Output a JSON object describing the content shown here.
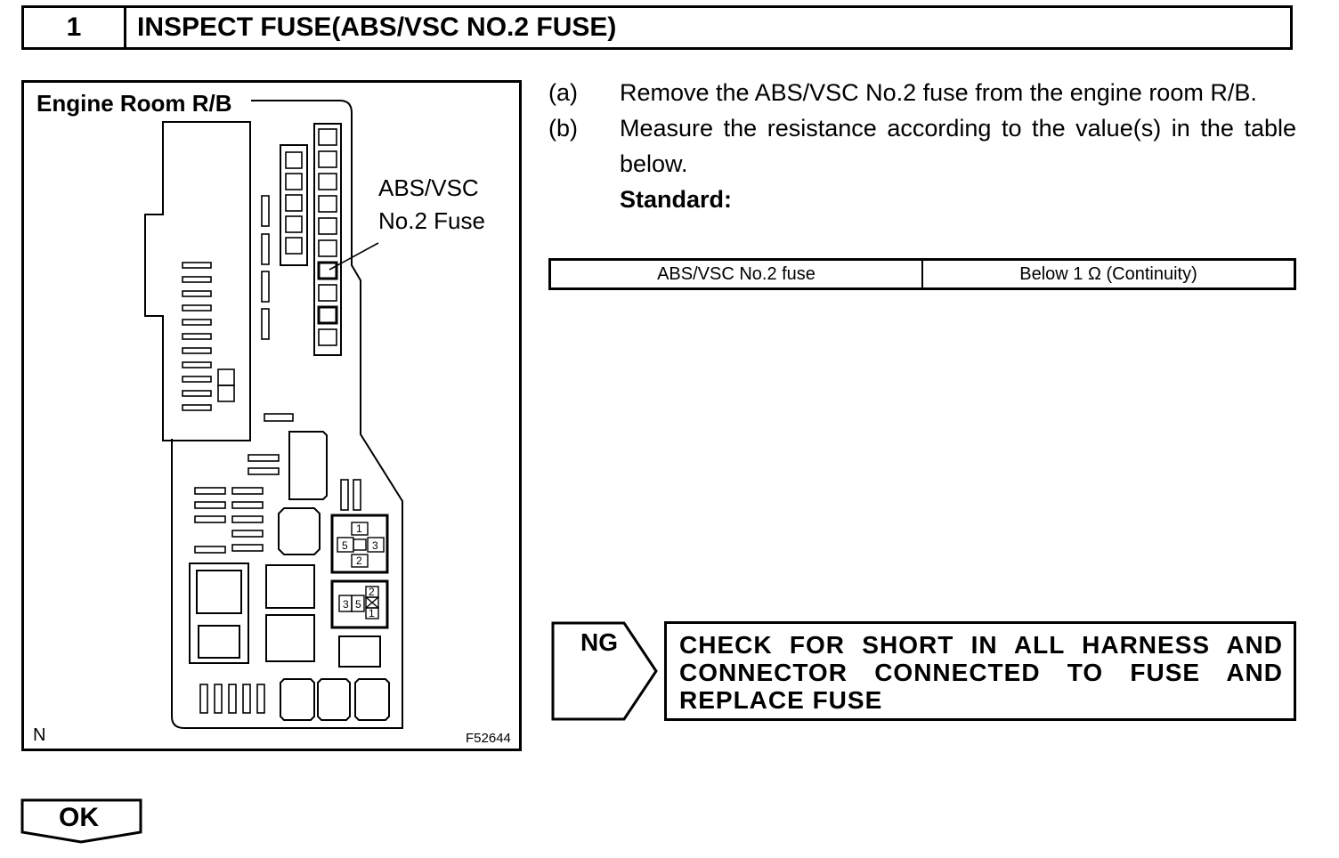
{
  "header": {
    "step_number": "1",
    "title": "INSPECT FUSE(ABS/VSC NO.2 FUSE)"
  },
  "diagram": {
    "title": "Engine Room R/B",
    "callout_line1": "ABS/VSC",
    "callout_line2": "No.2 Fuse",
    "north_marker": "N",
    "figure_id": "F52644",
    "relay_pins_upper": [
      "1",
      "5",
      "3",
      "2"
    ],
    "relay_pins_lower": [
      "3",
      "5",
      "2",
      "1"
    ]
  },
  "instructions": [
    {
      "letter": "(a)",
      "text": "Remove the ABS/VSC No.2 fuse from the engine room R/B."
    },
    {
      "letter": "(b)",
      "text": "Measure the resistance according to the value(s) in the table below."
    }
  ],
  "standard_label": "Standard:",
  "spec_table": {
    "item": "ABS/VSC No.2 fuse",
    "condition": "Below 1 Ω (Continuity)"
  },
  "ng": {
    "label": "NG",
    "action": "CHECK FOR SHORT IN ALL HARNESS AND CONNECTOR CONNECTED TO FUSE AND REPLACE FUSE"
  },
  "ok": {
    "label": "OK"
  }
}
